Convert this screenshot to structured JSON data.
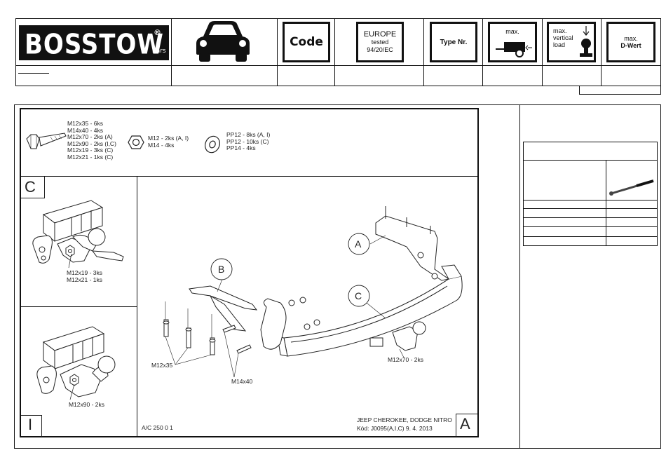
{
  "header": {
    "logo": {
      "name": "BOSSTOW",
      "reg": "®",
      "sub": "bars"
    },
    "code_label": "Code",
    "europe": {
      "line1": "EUROPE",
      "line2": "tested",
      "line3": "94/20/EC"
    },
    "type_label": "Type Nr.",
    "max_label": "max.",
    "vertical_load": {
      "line1": "max.",
      "line2": "vertical",
      "line3": "load"
    },
    "dwert": {
      "line1": "max.",
      "line2": "D-Wert"
    }
  },
  "parts": {
    "bolts": [
      "M12x35 - 6ks",
      "M14x40 - 4ks",
      "M12x70 - 2ks (A)",
      "M12x90 - 2ks (I,C)",
      "M12x19 - 3ks (C)",
      "M12x21 - 1ks (C)"
    ],
    "nuts": [
      "M12 - 2ks (A, I)",
      "M14 - 4ks"
    ],
    "washers": [
      "PP12 - 8ks (A, I)",
      "PP12 - 10ks (C)",
      "PP14 - 4ks"
    ]
  },
  "panel_c": {
    "letter": "C",
    "labels": [
      "M12x19 - 3ks",
      "M12x21 - 1ks"
    ]
  },
  "panel_i": {
    "letter": "I",
    "labels": [
      "M12x90 - 2ks"
    ]
  },
  "panel_a": {
    "letter": "A",
    "callouts": {
      "a": "A",
      "b": "B",
      "c": "C"
    },
    "labels": {
      "m12x35": "M12x35",
      "m14x40": "M14x40",
      "m12x70": "M12x70 - 2ks"
    },
    "aic": "A/C 250 0 1",
    "vehicle": "JEEP CHEROKEE, DODGE NITRO",
    "kod": "Kód: J0095(A,I,C)  9. 4. 2013"
  },
  "colors": {
    "ink": "#111111",
    "line": "#222222"
  }
}
